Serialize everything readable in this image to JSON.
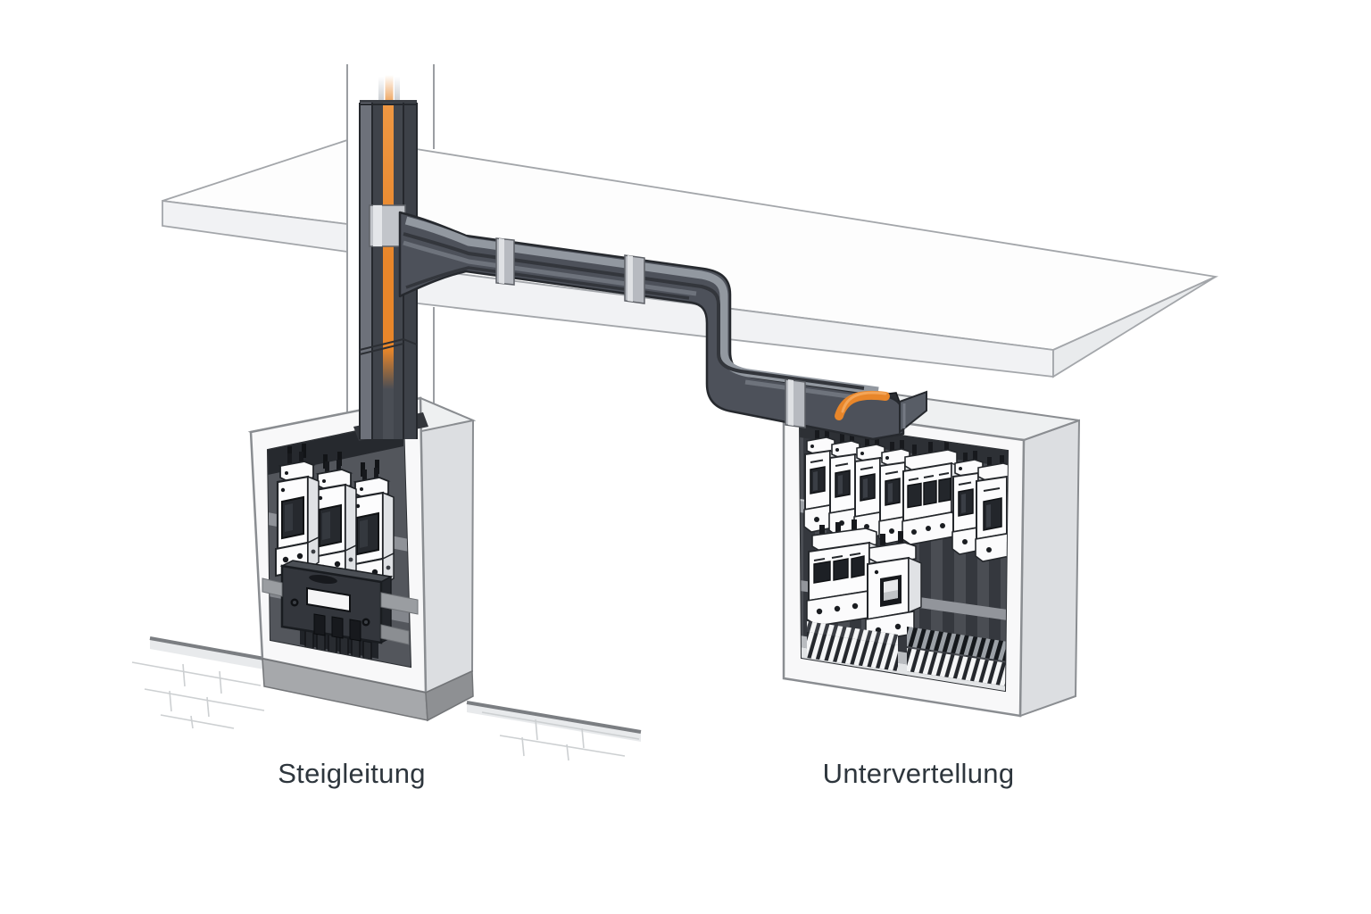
{
  "figure": {
    "background_color": "#ffffff",
    "labels": {
      "left": "Steigleitung",
      "right": "Untervertellung"
    },
    "colors": {
      "duct_gray": "#4d515a",
      "duct_top_highlight": "#9298a0",
      "duct_outline": "#26292e",
      "cable_orange": "#e8862a",
      "cable_orange_highlight": "#f3a558",
      "coupler_silver": "#c2c5ca",
      "enclosure_white": "#f8f8f9",
      "enclosure_side_gray": "#dcdee1",
      "enclosure_plinth_gray": "#a6a8ab",
      "interior_dark": "#44474d",
      "device_white": "#fcfcfd",
      "device_window_dark": "#23262b",
      "slab_white": "#fdfdfd",
      "outline_gray": "#a3a6aa",
      "brick_line_gray": "#cdd0d2",
      "label_text": "#2e363d"
    },
    "components": {
      "riser_duct": {
        "name": "riser-duct-with-orange-cable",
        "couplers": 1,
        "joints": 1
      },
      "horizontal_duct": {
        "name": "ceiling-duct-run",
        "couplers": 3,
        "bends": 2
      },
      "left_box": {
        "name": "main-distribution-box",
        "fuse_units": 3,
        "meters": 1
      },
      "right_box": {
        "name": "sub-distribution-board",
        "breaker_row_modules": 9,
        "middle_row_devices": 2,
        "terminal_block_groups": 2
      },
      "floor_slabs": 2,
      "wall_edges": 2,
      "brick_wall_courses": 1
    }
  }
}
